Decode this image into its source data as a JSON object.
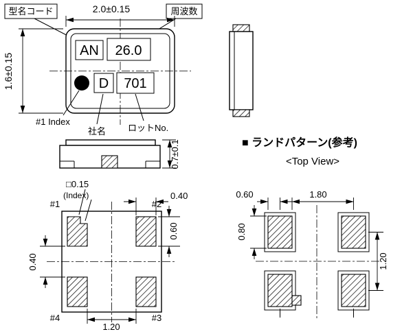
{
  "figures": {
    "top_view": {
      "callout_model_code": "型名コード",
      "callout_frequency": "周波数",
      "dim_width": "2.0±0.15",
      "dim_height": "1.6±0.15",
      "marking_model": "AN",
      "marking_frequency": "26.0",
      "marking_company": "D",
      "marking_lot": "701",
      "callout_index": "#1 Index",
      "callout_company": "社名",
      "callout_lot": "ロットNo."
    },
    "front_view": {
      "dim_thickness": "0.7±0.1"
    },
    "bottom_view": {
      "dim_index": "□0.15",
      "dim_index_note": "(Index)",
      "pad1": "#1",
      "pad2": "#2",
      "pad3": "#3",
      "pad4": "#4",
      "dim_pad_width": "0.40",
      "dim_pad_height": "0.60",
      "dim_pad_gap": "0.40",
      "dim_inner_span": "1.20"
    },
    "land_pattern": {
      "title": "■ ランドパターン(参考)",
      "subtitle": "<Top View>",
      "dim_pad_width": "0.60",
      "dim_h_pitch": "1.80",
      "dim_pad_height": "0.80",
      "dim_v_pitch": "1.20"
    }
  }
}
